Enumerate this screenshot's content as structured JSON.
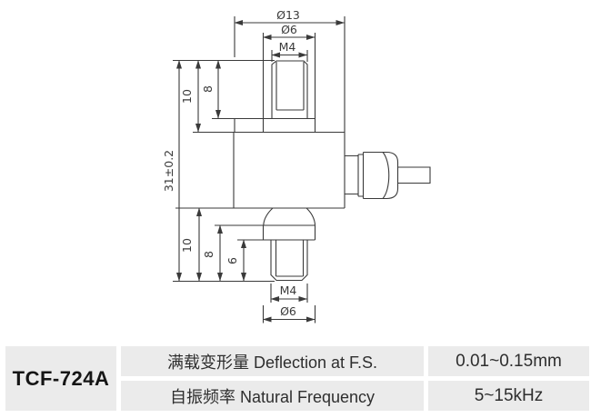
{
  "drawing": {
    "dim_labels": {
      "top_width": "Ø13",
      "top_boss_dia": "Ø6",
      "top_thread": "M4",
      "top_stud_height": "10",
      "top_thread_depth": "8",
      "overall_height": "31±0.2",
      "bottom_stud_height": "10",
      "bottom_thread_depth": "8",
      "bottom_thread_len": "6",
      "bottom_thread": "M4",
      "bottom_boss_dia": "Ø6"
    }
  },
  "spec_table": {
    "model": "TCF-724A",
    "rows": [
      {
        "label": "满载变形量 Deflection at F.S.",
        "value": "0.01~0.15mm"
      },
      {
        "label": "自振频率 Natural Frequency",
        "value": "5~15kHz"
      }
    ]
  },
  "colors": {
    "line": "#3a3a3a",
    "dim_text": "#3a3a3a",
    "table_bg": "#ebebeb",
    "table_text": "#2e2e2e",
    "model_text": "#151515",
    "canvas_bg": "#ffffff"
  }
}
